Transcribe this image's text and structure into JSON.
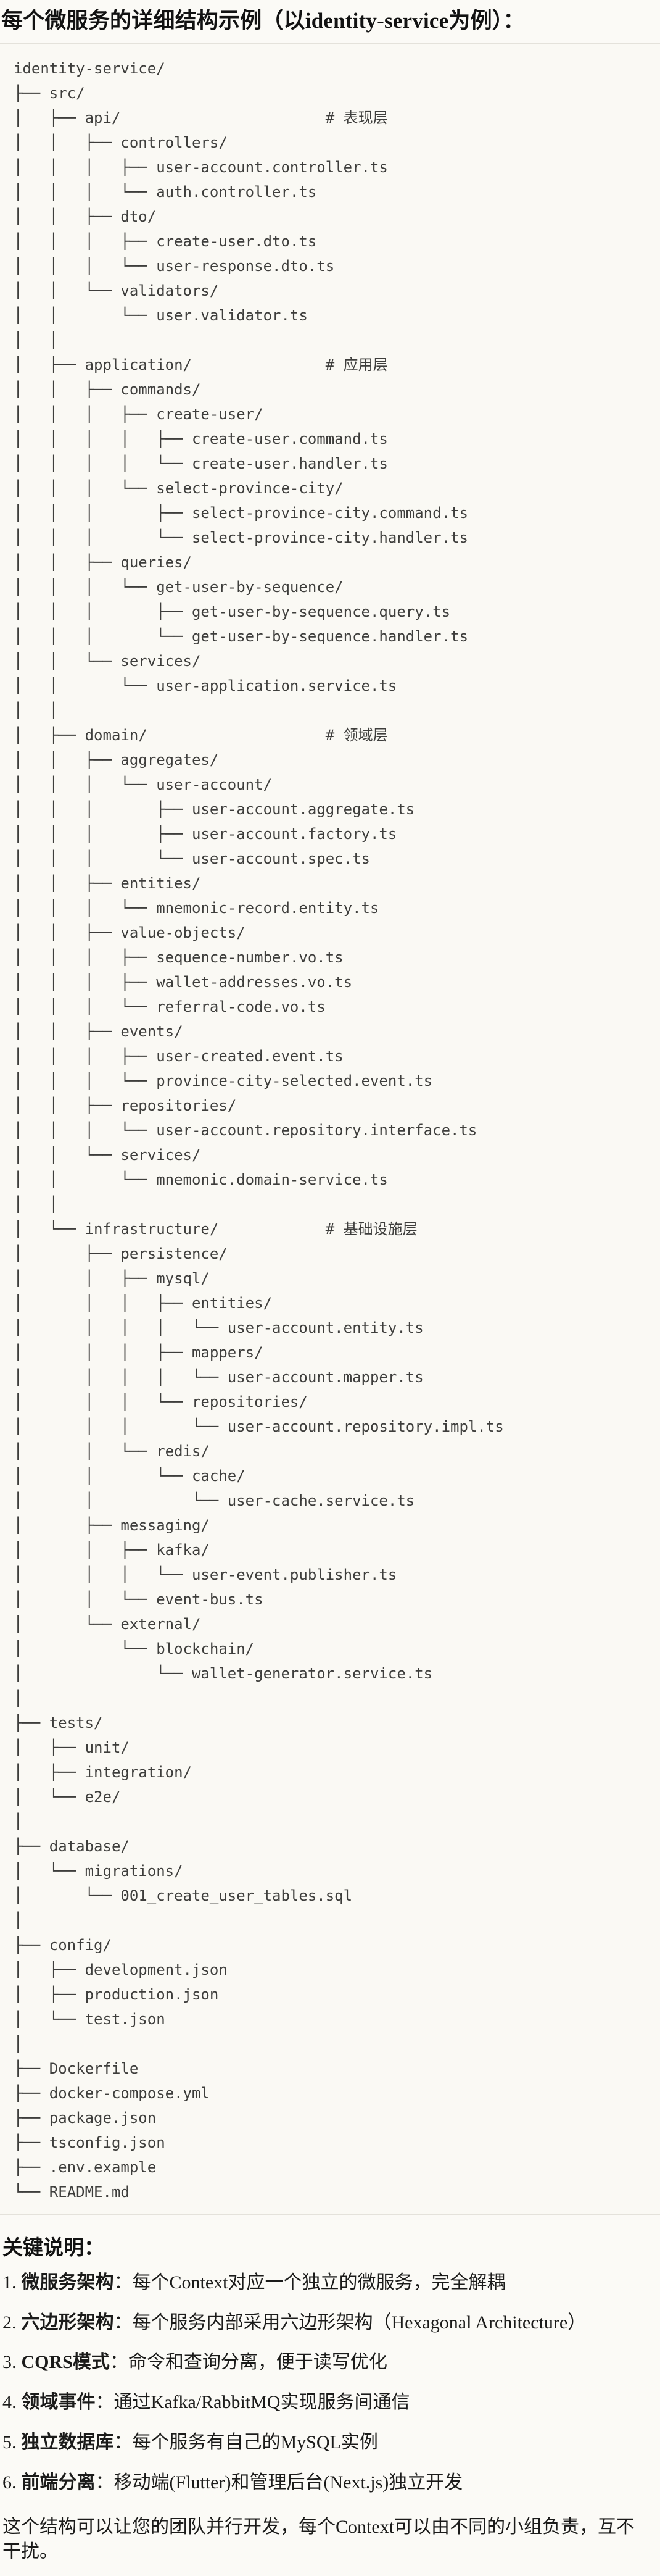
{
  "page": {
    "title": "每个微服务的详细结构示例（以identity-service为例）：",
    "footer": "这个结构可以让您的团队并行开发，每个Context可以由不同的小组负责，互不干扰。"
  },
  "colors": {
    "page_background": "#FBFAF6",
    "code_background": "#FAF9F4",
    "divider": "#E4E2DB",
    "tree_text": "#3E3E3C",
    "body_text": "#1B1B1A"
  },
  "tree": {
    "root": "identity-service/",
    "layer_comments": [
      "# 表现层",
      "# 应用层",
      "# 领域层",
      "# 基础设施层"
    ],
    "lines": [
      "identity-service/",
      "├── src/",
      "│   ├── api/                       # 表现层",
      "│   │   ├── controllers/",
      "│   │   │   ├── user-account.controller.ts",
      "│   │   │   └── auth.controller.ts",
      "│   │   ├── dto/",
      "│   │   │   ├── create-user.dto.ts",
      "│   │   │   └── user-response.dto.ts",
      "│   │   └── validators/",
      "│   │       └── user.validator.ts",
      "│   │",
      "│   ├── application/               # 应用层",
      "│   │   ├── commands/",
      "│   │   │   ├── create-user/",
      "│   │   │   │   ├── create-user.command.ts",
      "│   │   │   │   └── create-user.handler.ts",
      "│   │   │   └── select-province-city/",
      "│   │   │       ├── select-province-city.command.ts",
      "│   │   │       └── select-province-city.handler.ts",
      "│   │   ├── queries/",
      "│   │   │   └── get-user-by-sequence/",
      "│   │   │       ├── get-user-by-sequence.query.ts",
      "│   │   │       └── get-user-by-sequence.handler.ts",
      "│   │   └── services/",
      "│   │       └── user-application.service.ts",
      "│   │",
      "│   ├── domain/                    # 领域层",
      "│   │   ├── aggregates/",
      "│   │   │   └── user-account/",
      "│   │   │       ├── user-account.aggregate.ts",
      "│   │   │       ├── user-account.factory.ts",
      "│   │   │       └── user-account.spec.ts",
      "│   │   ├── entities/",
      "│   │   │   └── mnemonic-record.entity.ts",
      "│   │   ├── value-objects/",
      "│   │   │   ├── sequence-number.vo.ts",
      "│   │   │   ├── wallet-addresses.vo.ts",
      "│   │   │   └── referral-code.vo.ts",
      "│   │   ├── events/",
      "│   │   │   ├── user-created.event.ts",
      "│   │   │   └── province-city-selected.event.ts",
      "│   │   ├── repositories/",
      "│   │   │   └── user-account.repository.interface.ts",
      "│   │   └── services/",
      "│   │       └── mnemonic.domain-service.ts",
      "│   │",
      "│   └── infrastructure/            # 基础设施层",
      "│       ├── persistence/",
      "│       │   ├── mysql/",
      "│       │   │   ├── entities/",
      "│       │   │   │   └── user-account.entity.ts",
      "│       │   │   ├── mappers/",
      "│       │   │   │   └── user-account.mapper.ts",
      "│       │   │   └── repositories/",
      "│       │   │       └── user-account.repository.impl.ts",
      "│       │   └── redis/",
      "│       │       └── cache/",
      "│       │           └── user-cache.service.ts",
      "│       ├── messaging/",
      "│       │   ├── kafka/",
      "│       │   │   └── user-event.publisher.ts",
      "│       │   └── event-bus.ts",
      "│       └── external/",
      "│           └── blockchain/",
      "│               └── wallet-generator.service.ts",
      "│",
      "├── tests/",
      "│   ├── unit/",
      "│   ├── integration/",
      "│   └── e2e/",
      "│",
      "├── database/",
      "│   └── migrations/",
      "│       └── 001_create_user_tables.sql",
      "│",
      "├── config/",
      "│   ├── development.json",
      "│   ├── production.json",
      "│   └── test.json",
      "│",
      "├── Dockerfile",
      "├── docker-compose.yml",
      "├── package.json",
      "├── tsconfig.json",
      "├── .env.example",
      "└── README.md"
    ]
  },
  "notes": {
    "heading": "关键说明：",
    "separator": "：",
    "items": [
      {
        "num": "1.",
        "label": "微服务架构",
        "text": "每个Context对应一个独立的微服务，完全解耦"
      },
      {
        "num": "2.",
        "label": "六边形架构",
        "text": "每个服务内部采用六边形架构（Hexagonal Architecture）"
      },
      {
        "num": "3.",
        "label": "CQRS模式",
        "text": "命令和查询分离，便于读写优化"
      },
      {
        "num": "4.",
        "label": "领域事件",
        "text": "通过Kafka/RabbitMQ实现服务间通信"
      },
      {
        "num": "5.",
        "label": "独立数据库",
        "text": "每个服务有自己的MySQL实例"
      },
      {
        "num": "6.",
        "label": "前端分离",
        "text": "移动端(Flutter)和管理后台(Next.js)独立开发"
      }
    ]
  }
}
